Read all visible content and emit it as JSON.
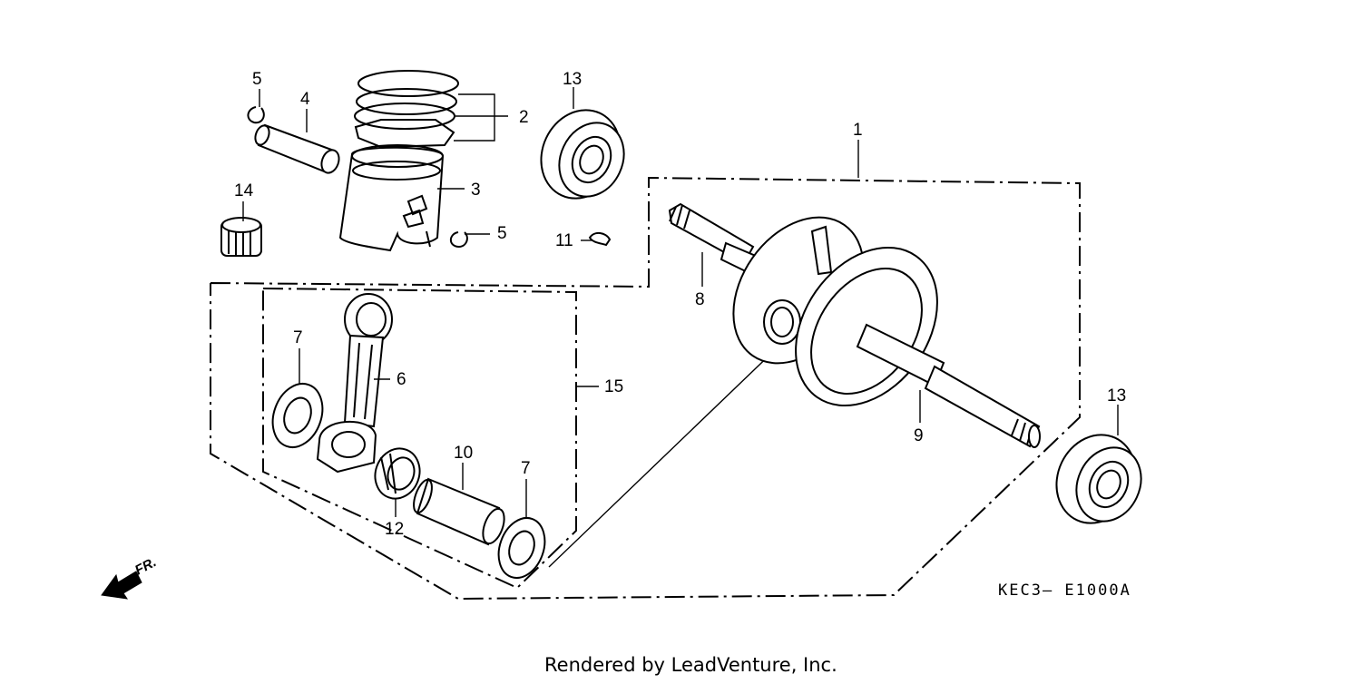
{
  "diagram": {
    "callouts": {
      "c1": "1",
      "c2": "2",
      "c3": "3",
      "c4": "4",
      "c5a": "5",
      "c5b": "5",
      "c6": "6",
      "c7a": "7",
      "c7b": "7",
      "c8": "8",
      "c9": "9",
      "c10": "10",
      "c11": "11",
      "c12": "12",
      "c13a": "13",
      "c13b": "13",
      "c14": "14",
      "c15": "15"
    },
    "front_indicator": "FR.",
    "diagram_code": "KEC3— E1000A",
    "credit": "Rendered by LeadVenture, Inc."
  }
}
